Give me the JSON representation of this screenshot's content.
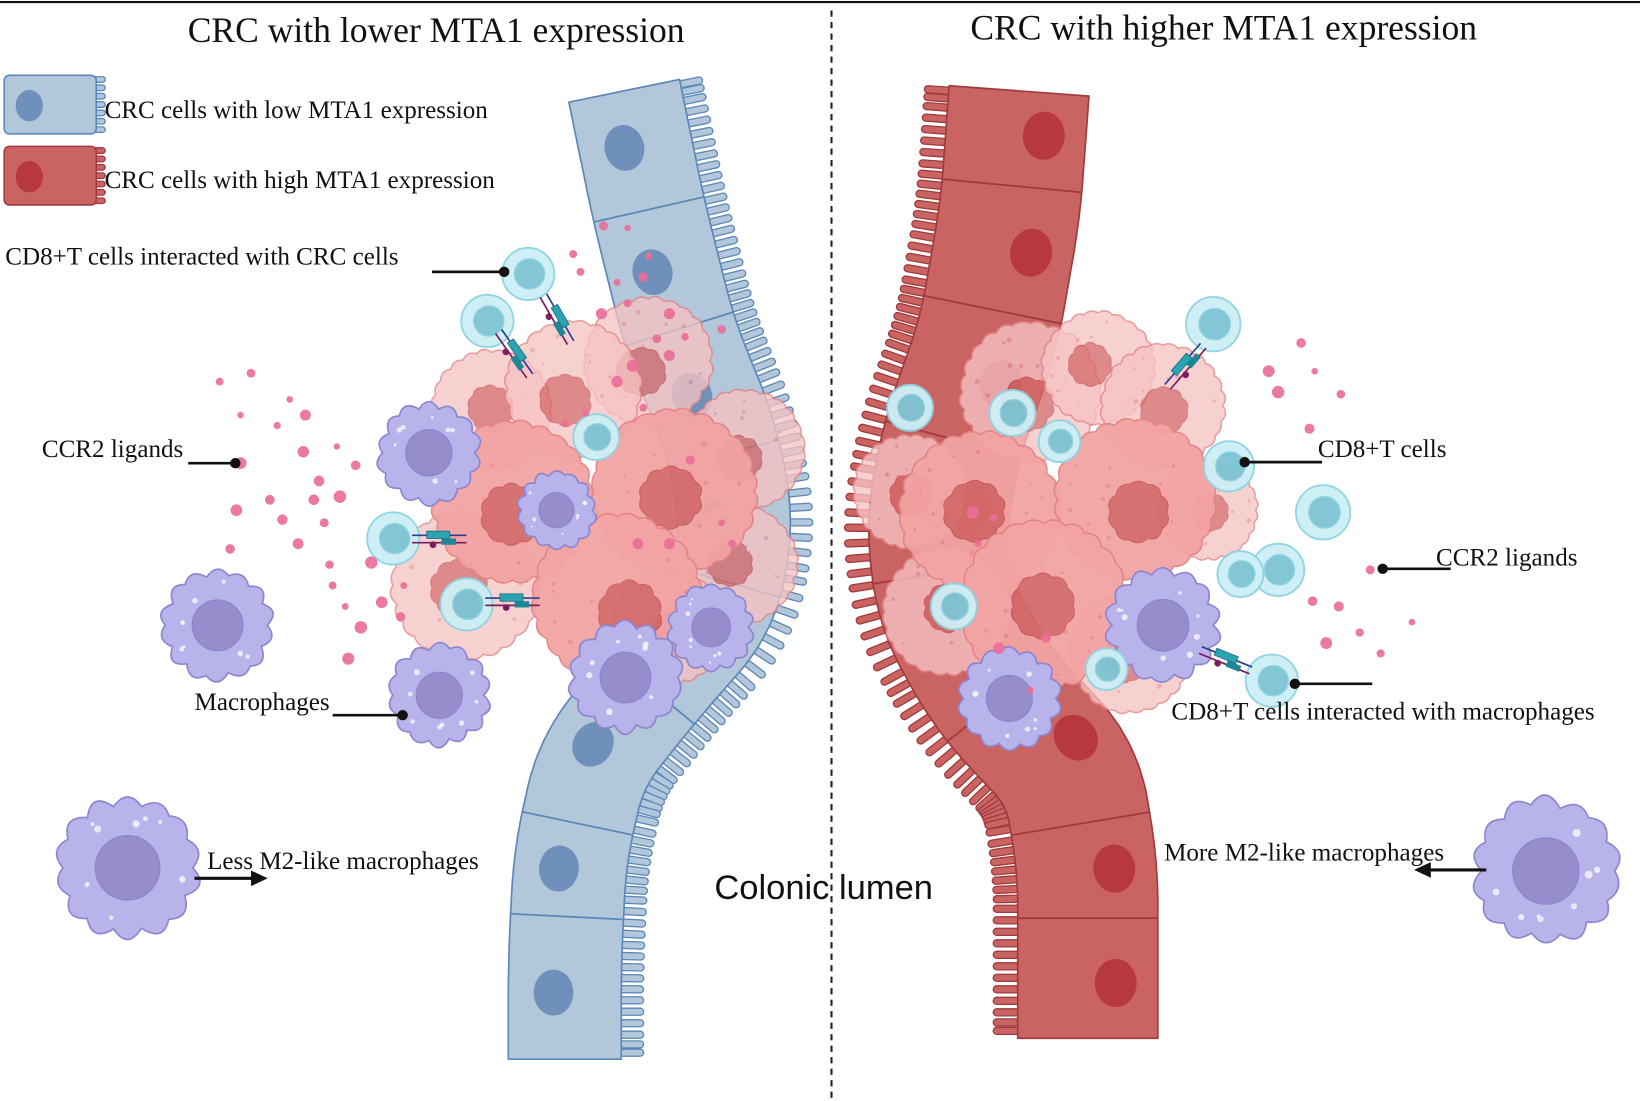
{
  "panels": {
    "left": {
      "title": "CRC with lower MTA1 expression",
      "cd8_crc_label": "CD8+T cells interacted with CRC cells",
      "ccr2_label": "CCR2 ligands",
      "macrophages_label": "Macrophages",
      "m2_label": "Less M2-like macrophages"
    },
    "right": {
      "title": "CRC with higher MTA1 expression",
      "cd8_label": "CD8+T cells",
      "ccr2_label": "CCR2 ligands",
      "cd8_macrophage_label": "CD8+T cells interacted with macrophages",
      "m2_label": "More M2-like macrophages"
    }
  },
  "legend": {
    "low": {
      "label": "CRC cells with low MTA1 expression"
    },
    "high": {
      "label": "CRC cells with high MTA1 expression"
    }
  },
  "lumen_label": "Colonic lumen",
  "colors": {
    "low_fill": "#b3c7da",
    "low_stroke": "#5b87b9",
    "low_nucleus": "#7090bc",
    "high_fill": "#c96463",
    "high_stroke": "#a03a3c",
    "high_nucleus": "#b8383f",
    "tumor_fill": "#f3a3a3",
    "tumor_back": "#f6c3c3",
    "tumor_stroke": "#e48384",
    "tumor_nucleus": "#d56a6a",
    "tumor_dot": "#e07a85",
    "macrophage_fill": "#b8b3ea",
    "macrophage_stroke": "#8d86cf",
    "macrophage_nucleus": "#958dcc",
    "tcell_outer": "#cdeff5",
    "tcell_stroke": "#8fd4e1",
    "tcell_inner": "#7ec4d4",
    "ligand": "#ea6f98",
    "receptor_a": "#2aa3b3",
    "receptor_b": "#7b1d5f",
    "receptor_c": "#2e3d8f",
    "line": "#111111"
  }
}
